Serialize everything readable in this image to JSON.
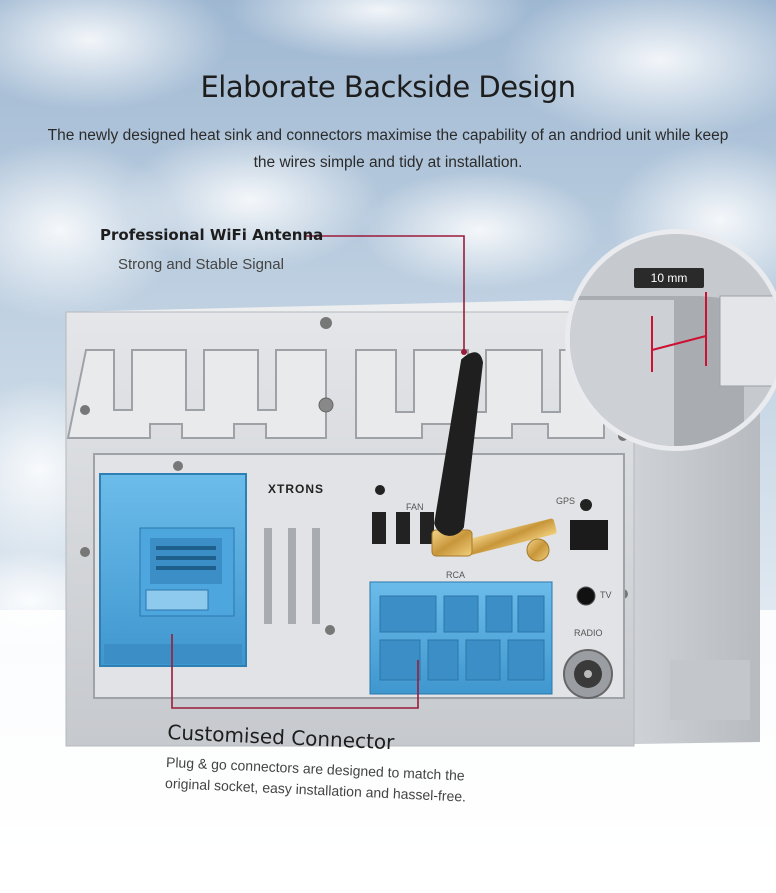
{
  "header": {
    "title": "Elaborate Backside Design",
    "subtitle": "The newly designed heat sink and connectors maximise the capability of an andriod unit while keep the wires simple and tidy at installation."
  },
  "callouts": {
    "wifi": {
      "title": "Professional WiFi Antenna",
      "subtitle": "Strong and Stable Signal"
    },
    "connector": {
      "title": "Customised Connector",
      "subtitle": "Plug & go connectors are designed to match the original socket, easy installation and hassel-free."
    }
  },
  "zoom_inset": {
    "label": "10 mm"
  },
  "device": {
    "brand": "XTRONS",
    "port_labels": {
      "fan": "FAN",
      "gps": "GPS",
      "rca": "RCA",
      "radio": "RADIO",
      "tv": "TV"
    }
  },
  "colors": {
    "accent_line": "#9b1b3a",
    "connector_blue": "#4fa9df",
    "chassis": "#d3d6da",
    "sky_top": "#9fb8d2"
  }
}
